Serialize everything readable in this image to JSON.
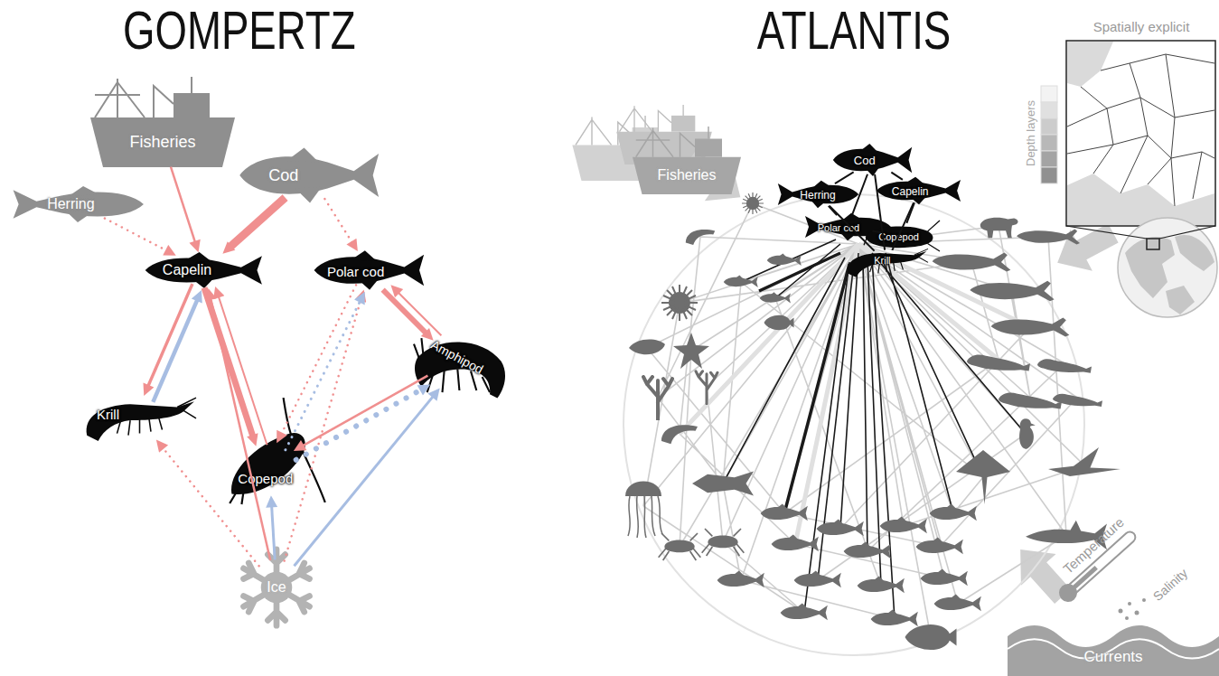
{
  "diagram": {
    "nodes": [
      {
        "text": [
          "Fisheries"
        ]
      },
      {
        "text": [
          "Cod"
        ]
      },
      {
        "text": [
          "Herring"
        ]
      },
      {
        "text": [
          "Capelin"
        ]
      },
      {
        "text": [
          "Polar cod"
        ]
      },
      {
        "text": [
          "Krill"
        ]
      },
      {
        "text": [
          "Copepod"
        ]
      },
      {
        "text": [
          "Amphipod"
        ]
      },
      {
        "text": [
          "Ice"
        ]
      },
      {
        "text": [
          "Fisheries"
        ]
      },
      {
        "text": [
          "Cod"
        ]
      },
      {
        "text": [
          "Herring"
        ]
      },
      {
        "text": [
          "Capelin"
        ]
      },
      {
        "text": [
          "Polar cod"
        ]
      },
      {
        "text": [
          "Copepod"
        ]
      },
      {
        "text": [
          "Krill"
        ]
      },
      {
        "text": [
          "Currents"
        ]
      }
    ],
    "edges": [
      {
        "from": 0,
        "to": 3,
        "arrow": "to"
      },
      {
        "from": 2,
        "to": 3,
        "arrow": "to"
      },
      {
        "from": 1,
        "to": 3,
        "arrow": "to"
      },
      {
        "from": 1,
        "to": 4,
        "arrow": "to"
      },
      {
        "from": 3,
        "to": 5,
        "arrow": "to"
      },
      {
        "from": 5,
        "to": 3,
        "arrow": "to"
      },
      {
        "from": 3,
        "to": 6,
        "arrow": "to"
      },
      {
        "from": 6,
        "to": 3,
        "arrow": "to"
      },
      {
        "from": 8,
        "to": 3,
        "arrow": "to"
      },
      {
        "from": 8,
        "to": 5,
        "arrow": "to"
      },
      {
        "from": 8,
        "to": 6,
        "arrow": "to"
      },
      {
        "from": 8,
        "to": 7,
        "arrow": "to"
      },
      {
        "from": 8,
        "to": 4,
        "arrow": "to"
      },
      {
        "from": 4,
        "to": 7,
        "arrow": "to"
      },
      {
        "from": 7,
        "to": 4,
        "arrow": "to"
      },
      {
        "from": 6,
        "to": 4,
        "arrow": "to"
      },
      {
        "from": 4,
        "to": 6,
        "arrow": "to"
      },
      {
        "from": 6,
        "to": 7,
        "arrow": "to"
      },
      {
        "from": 7,
        "to": 6,
        "arrow": "to"
      },
      {
        "from": 10,
        "to": 11,
        "arrow": "none"
      },
      {
        "from": 10,
        "to": 12,
        "arrow": "none"
      },
      {
        "from": 10,
        "to": 13,
        "arrow": "none"
      },
      {
        "from": 10,
        "to": 15,
        "arrow": "none"
      },
      {
        "from": 11,
        "to": 15,
        "arrow": "none"
      },
      {
        "from": 12,
        "to": 14,
        "arrow": "none"
      },
      {
        "from": 12,
        "to": 15,
        "arrow": "none"
      },
      {
        "from": 13,
        "to": 14,
        "arrow": "none"
      },
      {
        "from": 11,
        "to": 13,
        "arrow": "none"
      }
    ],
    "labels": [
      "GOMPERTZ",
      "ATLANTIS",
      "Spatially explicit",
      "Depth layers",
      "Temperature",
      "Salinity"
    ]
  }
}
